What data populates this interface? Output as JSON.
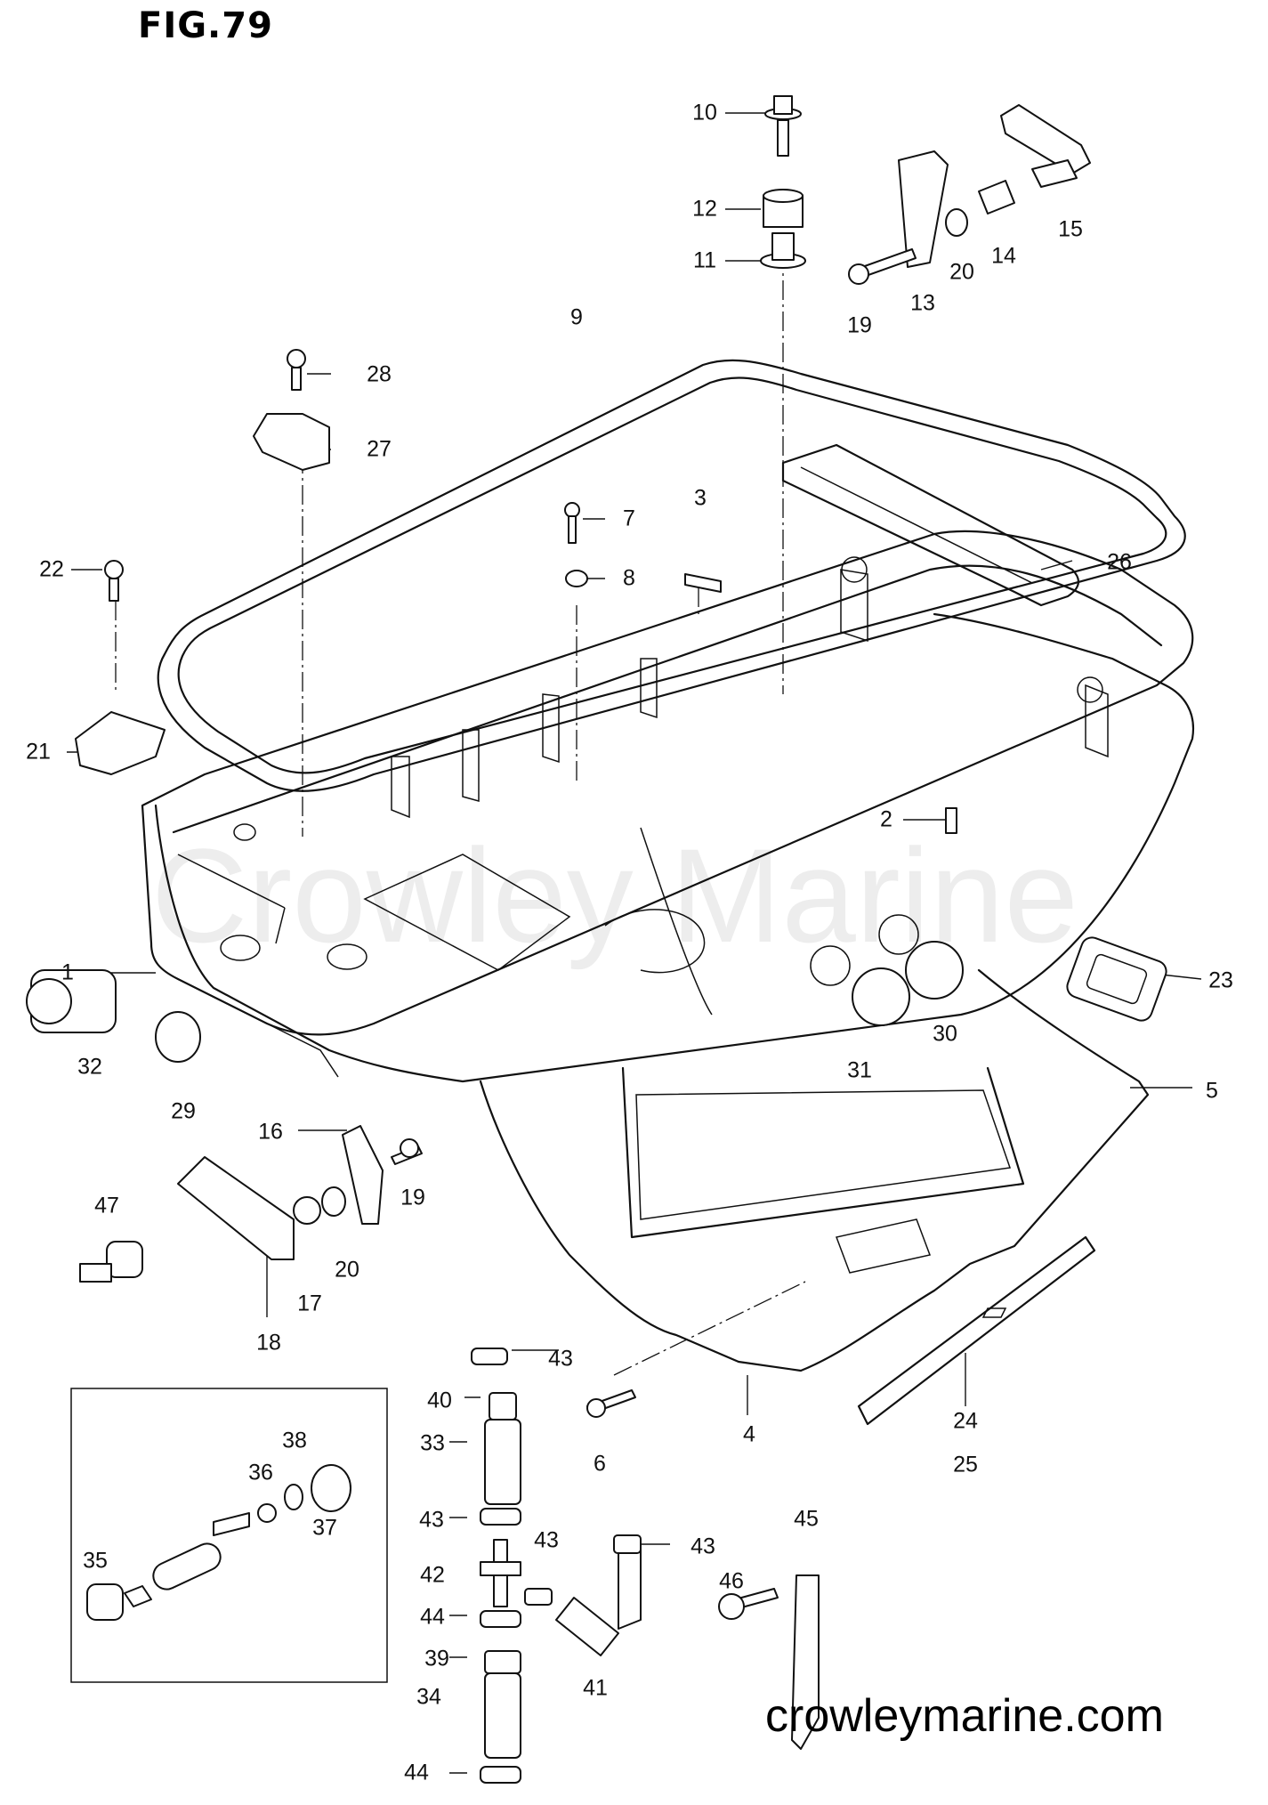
{
  "figure_title": "FIG.79",
  "watermark": "Crowley Marine",
  "website": "crowleymarine.com",
  "callouts": [
    {
      "id": "c10",
      "text": "10"
    },
    {
      "id": "c12",
      "text": "12"
    },
    {
      "id": "c11",
      "text": "11"
    },
    {
      "id": "c15",
      "text": "15"
    },
    {
      "id": "c14",
      "text": "14"
    },
    {
      "id": "c20a",
      "text": "20"
    },
    {
      "id": "c13",
      "text": "13"
    },
    {
      "id": "c19a",
      "text": "19"
    },
    {
      "id": "c9",
      "text": "9"
    },
    {
      "id": "c28",
      "text": "28"
    },
    {
      "id": "c27",
      "text": "27"
    },
    {
      "id": "c3",
      "text": "3"
    },
    {
      "id": "c7",
      "text": "7"
    },
    {
      "id": "c8",
      "text": "8"
    },
    {
      "id": "c26",
      "text": "26"
    },
    {
      "id": "c22",
      "text": "22"
    },
    {
      "id": "c21",
      "text": "21"
    },
    {
      "id": "c2",
      "text": "2"
    },
    {
      "id": "c1",
      "text": "1"
    },
    {
      "id": "c23",
      "text": "23"
    },
    {
      "id": "c32",
      "text": "32"
    },
    {
      "id": "c30",
      "text": "30"
    },
    {
      "id": "c31",
      "text": "31"
    },
    {
      "id": "c5",
      "text": "5"
    },
    {
      "id": "c29",
      "text": "29"
    },
    {
      "id": "c16",
      "text": "16"
    },
    {
      "id": "c19b",
      "text": "19"
    },
    {
      "id": "c47",
      "text": "47"
    },
    {
      "id": "c20b",
      "text": "20"
    },
    {
      "id": "c17",
      "text": "17"
    },
    {
      "id": "c18",
      "text": "18"
    },
    {
      "id": "c43a",
      "text": "43"
    },
    {
      "id": "c40",
      "text": "40"
    },
    {
      "id": "c6",
      "text": "6"
    },
    {
      "id": "c4",
      "text": "4"
    },
    {
      "id": "c24",
      "text": "24"
    },
    {
      "id": "c25",
      "text": "25"
    },
    {
      "id": "c33",
      "text": "33"
    },
    {
      "id": "c38",
      "text": "38"
    },
    {
      "id": "c36",
      "text": "36"
    },
    {
      "id": "c37",
      "text": "37"
    },
    {
      "id": "c35",
      "text": "35"
    },
    {
      "id": "c43b",
      "text": "43"
    },
    {
      "id": "c43c",
      "text": "43"
    },
    {
      "id": "c43d",
      "text": "43"
    },
    {
      "id": "c45",
      "text": "45"
    },
    {
      "id": "c42",
      "text": "42"
    },
    {
      "id": "c46",
      "text": "46"
    },
    {
      "id": "c44a",
      "text": "44"
    },
    {
      "id": "c39",
      "text": "39"
    },
    {
      "id": "c41",
      "text": "41"
    },
    {
      "id": "c34",
      "text": "34"
    },
    {
      "id": "c44b",
      "text": "44"
    }
  ]
}
